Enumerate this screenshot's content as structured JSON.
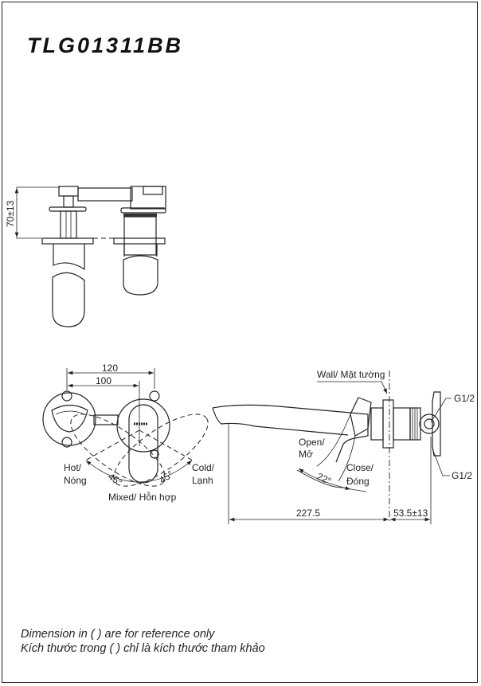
{
  "title": "TLG01311BB",
  "elevation_view": {
    "height_dim": "70±13"
  },
  "plan_view": {
    "dim_outer": "120",
    "dim_inner": "100",
    "hot_label": "Hot/",
    "hot_label_vi": "Nóng",
    "cold_label": "Cold/",
    "cold_label_vi": "Lạnh",
    "mixed_label": "Mixed/ Hỗn hợp",
    "angle_left": "45°",
    "angle_right": "45°"
  },
  "side_view": {
    "wall_label": "Wall/ Mặt tường",
    "open_label": "Open/",
    "open_label_vi": "Mở",
    "close_label": "Close/",
    "close_label_vi": "Đóng",
    "angle": "22°",
    "thread_top": "G1/2",
    "thread_bottom": "G1/2",
    "spout_length": "227.5",
    "wall_depth": "53.5±13"
  },
  "notes": {
    "line1": "Dimension in ( ) are for reference only",
    "line2": "Kích thước trong ( ) chỉ là kích thước tham khảo"
  }
}
